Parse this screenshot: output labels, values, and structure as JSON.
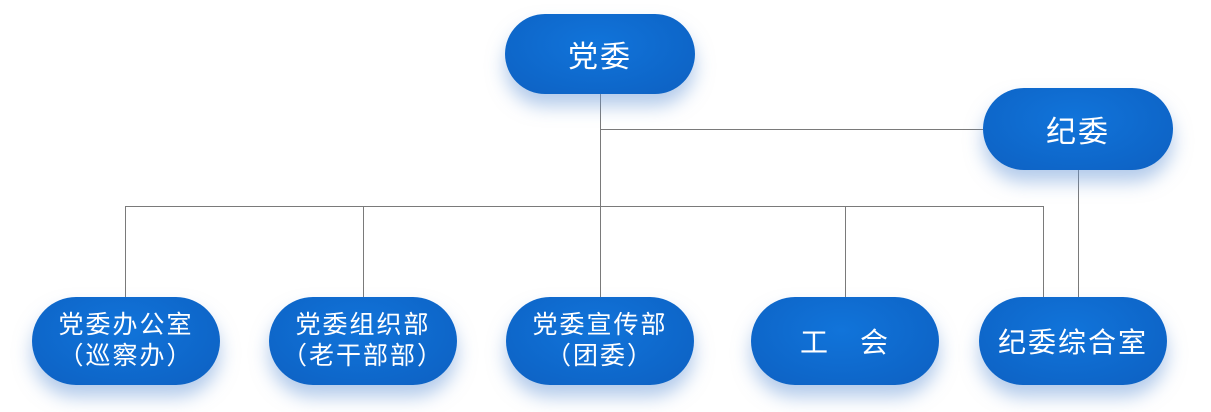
{
  "diagram": {
    "type": "org-chart",
    "background_color": "#ffffff",
    "connector_color": "#7a7a7a",
    "node_style": {
      "fill_center": "#1174da",
      "fill_edge": "#0a4da2",
      "text_color": "#ffffff",
      "shadow_color": "rgba(104,151,216,0.5)"
    },
    "root": {
      "label": "党委"
    },
    "secondary": {
      "label": "纪委"
    },
    "children": [
      {
        "line1": "党委办公室",
        "line2": "（巡察办）"
      },
      {
        "line1": "党委组织部",
        "line2": "（老干部部）"
      },
      {
        "line1": "党委宣传部",
        "line2": "（团委）"
      },
      {
        "line1": "工　会"
      },
      {
        "line1": "纪委综合室"
      }
    ],
    "relationships": [
      "党委 -> 党委办公室（巡察办）",
      "党委 -> 党委组织部（老干部部）",
      "党委 -> 党委宣传部（团委）",
      "党委 -> 工会",
      "党委 -> 纪委综合室",
      "党委 - 纪委",
      "纪委 -> 纪委综合室"
    ]
  }
}
